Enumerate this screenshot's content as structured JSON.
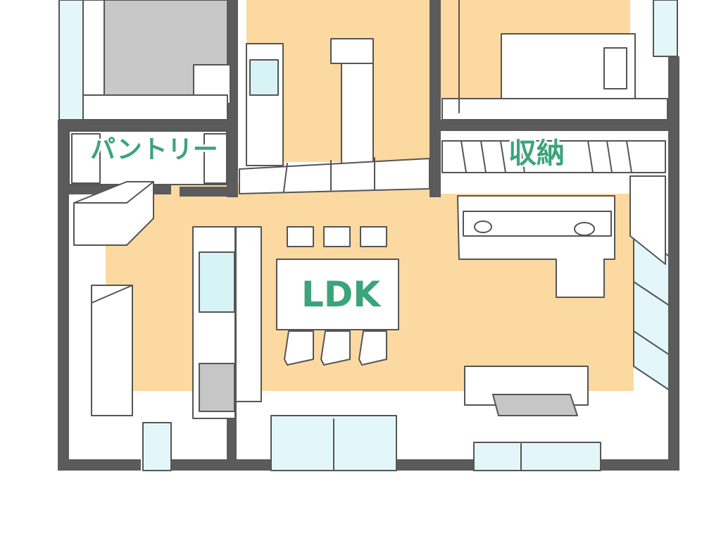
{
  "rooms": {
    "pantry": {
      "label": "パントリー"
    },
    "storage": {
      "label": "収納"
    },
    "ldk": {
      "label": "LDK"
    }
  },
  "colors": {
    "floor": "#fcd9a0",
    "wall": "#5b5b5b",
    "window": "#e3f7fa",
    "label": "#3aa47a",
    "furniture": "#ffffff",
    "outline": "#555555",
    "gray_fill": "#c6c6c6"
  }
}
